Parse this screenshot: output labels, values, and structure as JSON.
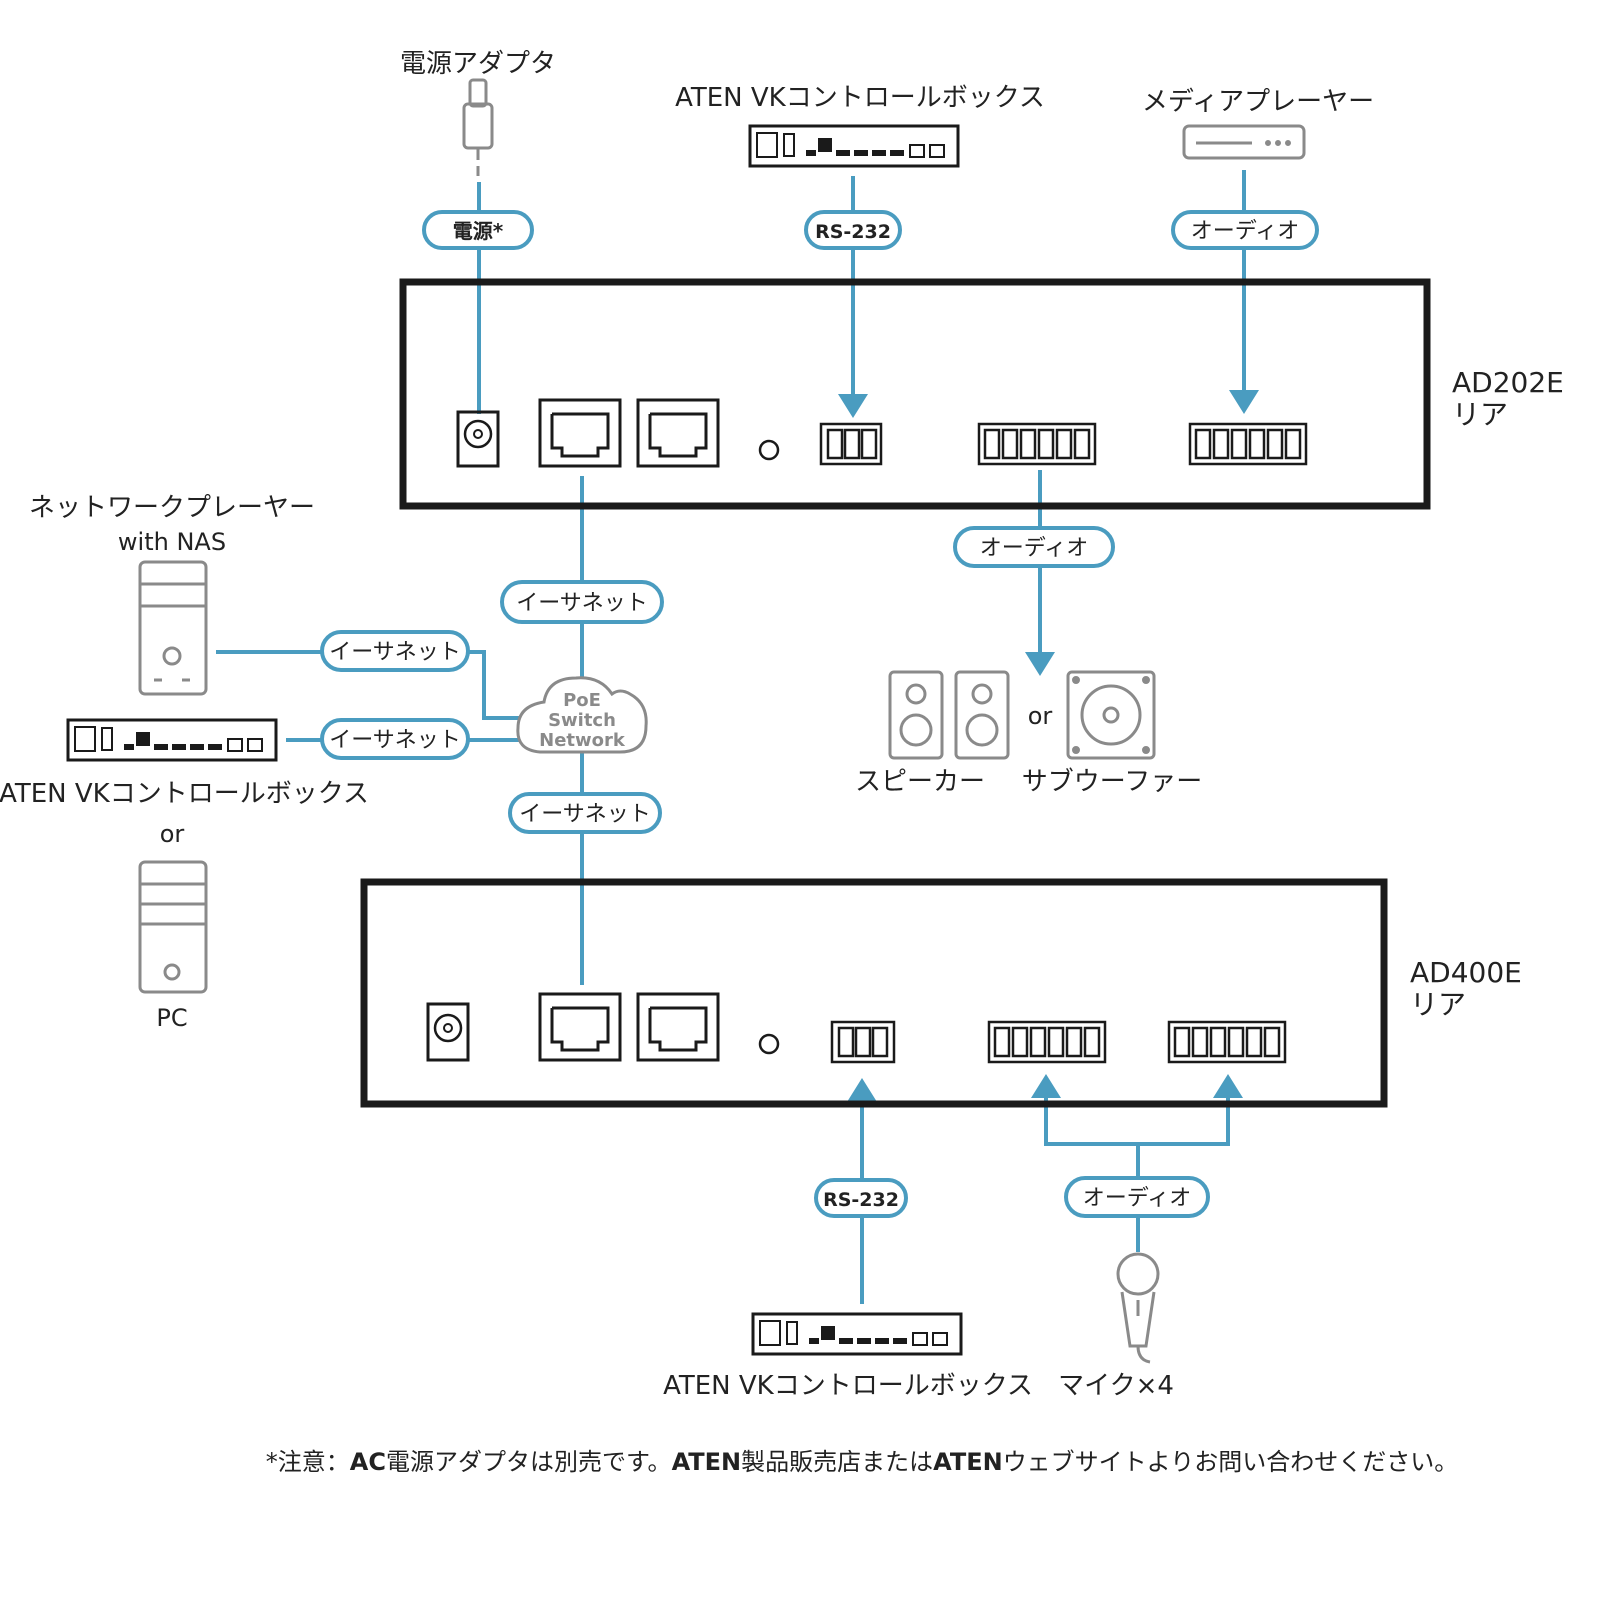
{
  "colors": {
    "cable": "#4a9cc0",
    "device_outline": "#1a1a1a",
    "icon_gray": "#8a8a8a",
    "text": "#222222"
  },
  "devices": {
    "ad202e_model": "AD202E",
    "ad202e_side": "リア",
    "ad400e_model": "AD400E",
    "ad400e_side": "リア"
  },
  "labels": {
    "power_adapter": "電源アダプタ",
    "vk_top": "ATEN VKコントロールボックス",
    "media_player": "メディアプレーヤー",
    "network_player": "ネットワークプレーヤー",
    "with_nas": "with NAS",
    "vk_left": "ATEN VKコントロールボックス",
    "or_left": "or",
    "pc": "PC",
    "or_speakers": "or",
    "speaker": "スピーカー",
    "subwoofer": "サブウーファー",
    "vk_bottom": "ATEN VKコントロールボックス",
    "mic": "マイク×4",
    "poe_line1": "PoE",
    "poe_line2": "Switch",
    "poe_line3": "Network"
  },
  "pills": {
    "power": "電源*",
    "rs232_top": "RS-232",
    "audio_top": "オーディオ",
    "audio_out": "オーディオ",
    "ethernet_top": "イーサネット",
    "ethernet_nas": "イーサネット",
    "ethernet_vk": "イーサネット",
    "ethernet_bottom": "イーサネット",
    "rs232_bottom": "RS-232",
    "audio_bottom": "オーディオ"
  },
  "footnote": {
    "p1": "*注意：",
    "p2": "AC",
    "p3": "電源アダプタは別売です。",
    "p4": "ATEN",
    "p5": "製品販売店または",
    "p6": "ATEN",
    "p7": "ウェブサイトよりお問い合わせください。"
  }
}
